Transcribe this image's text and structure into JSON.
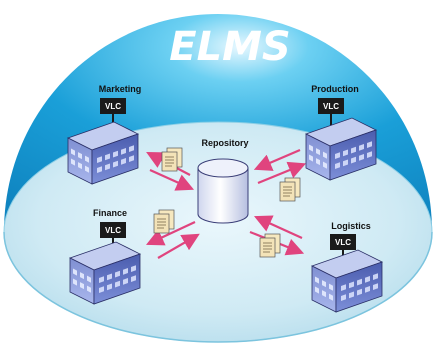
{
  "diagram": {
    "title": "ELMS",
    "center": {
      "label": "Repository"
    },
    "nodes": [
      {
        "id": "marketing",
        "label": "Marketing",
        "badge": "VLC"
      },
      {
        "id": "production",
        "label": "Production",
        "badge": "VLC"
      },
      {
        "id": "finance",
        "label": "Finance",
        "badge": "VLC"
      },
      {
        "id": "logistics",
        "label": "Logistics",
        "badge": "VLC"
      }
    ],
    "colors": {
      "dome_top": "#1a9fd8",
      "dome_mid": "#39b8e6",
      "ground": "#cfeaf4",
      "arrow": "#e0447e",
      "building_front": "#5a6ec0",
      "building_roof": "#b8c4ea",
      "badge": "#1a1a1a",
      "document": "#f3e3b8"
    }
  }
}
